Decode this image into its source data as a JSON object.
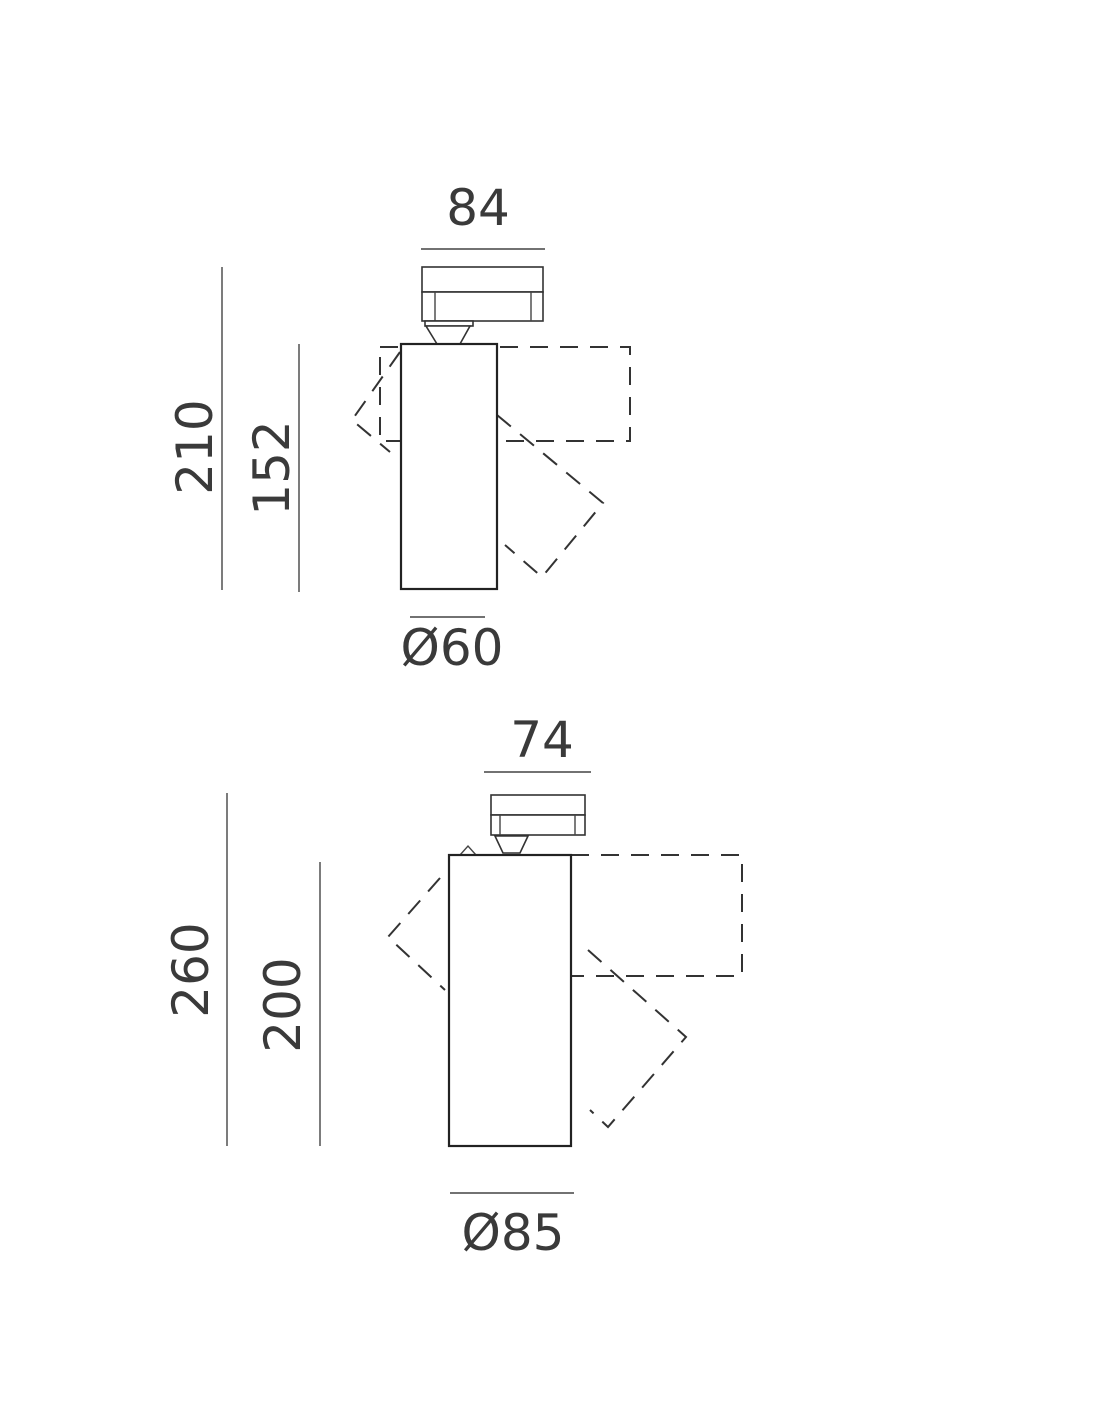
{
  "top_view": {
    "width_label": "84",
    "total_height_label": "210",
    "body_height_label": "152",
    "diameter_label": "Ø60"
  },
  "bottom_view": {
    "width_label": "74",
    "total_height_label": "260",
    "body_height_label": "200",
    "diameter_label": "Ø85"
  }
}
